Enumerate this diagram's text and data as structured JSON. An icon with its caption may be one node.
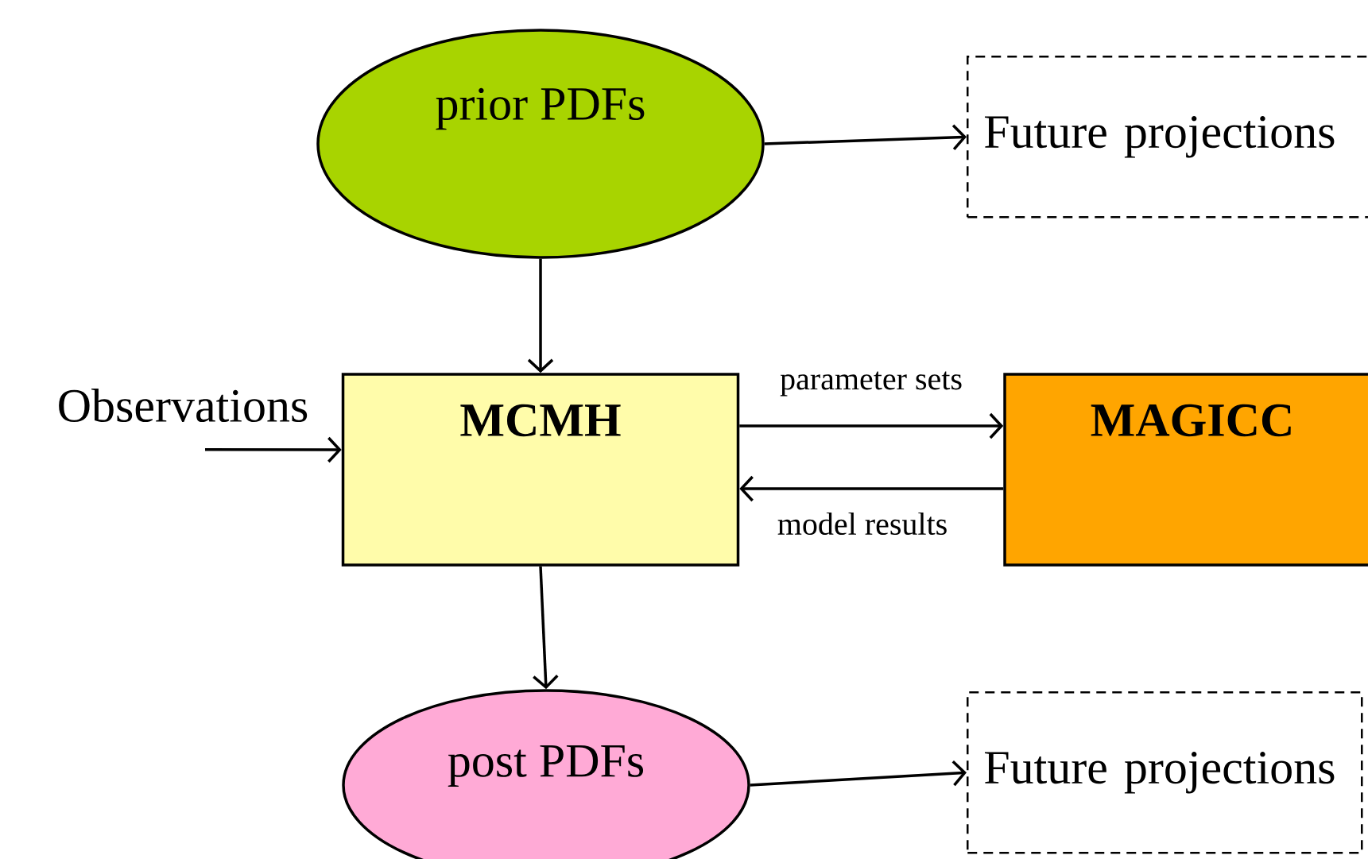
{
  "diagram": {
    "nodes": [
      {
        "text": [
          "prior PDFs"
        ]
      },
      {
        "text": [
          "Future projections"
        ]
      },
      {
        "text": [
          "Observations"
        ]
      },
      {
        "text": [
          "MCMH"
        ]
      },
      {
        "text": [
          "MAGICC"
        ]
      },
      {
        "text": [
          "post PDFs"
        ]
      },
      {
        "text": [
          "Future projections"
        ]
      }
    ],
    "edges": [
      {
        "from": 0,
        "to": 1,
        "arrow": "to"
      },
      {
        "from": 0,
        "to": 3,
        "arrow": "to"
      },
      {
        "from": 2,
        "to": 3,
        "arrow": "to"
      },
      {
        "from": 3,
        "to": 4,
        "arrow": "to",
        "label": "parameter sets"
      },
      {
        "from": 4,
        "to": 3,
        "arrow": "to",
        "label": "model results"
      },
      {
        "from": 3,
        "to": 5,
        "arrow": "to"
      },
      {
        "from": 5,
        "to": 6,
        "arrow": "to"
      }
    ]
  }
}
